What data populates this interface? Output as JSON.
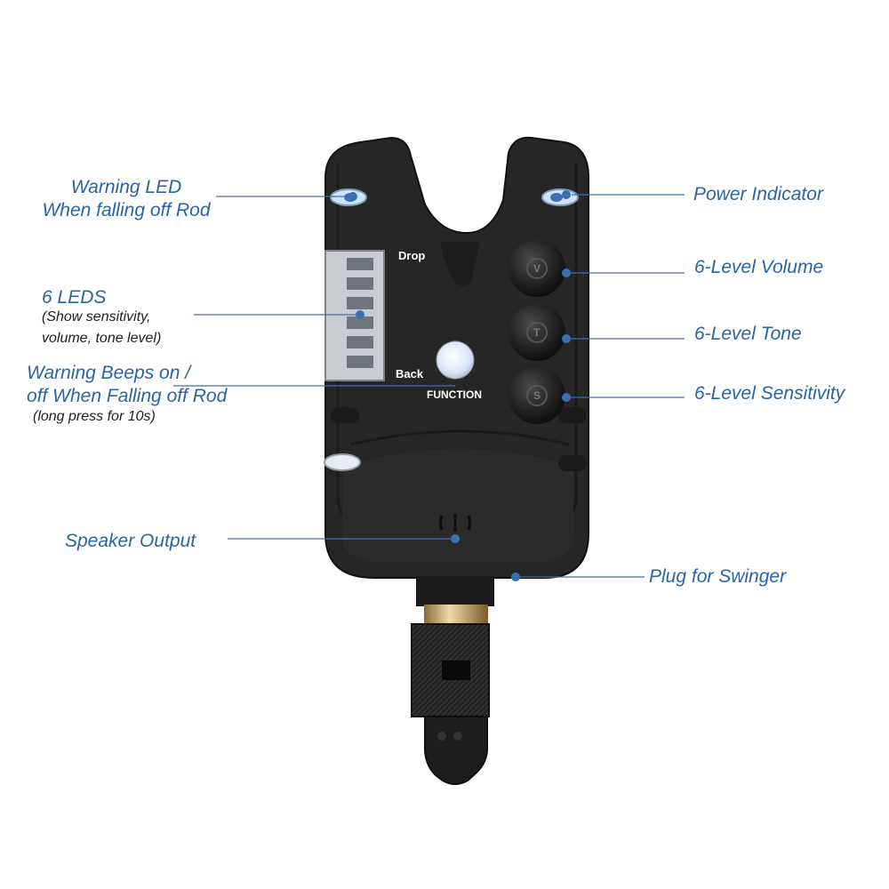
{
  "labels": {
    "warning_led": [
      "Warning LED",
      "When falling off Rod"
    ],
    "power_indicator": "Power Indicator",
    "leds_title": "6 LEDS",
    "leds_desc": [
      "(Show sensitivity,",
      "volume, tone level)"
    ],
    "volume": "6-Level Volume",
    "tone": "6-Level Tone",
    "warning_beeps": [
      "Warning Beeps on /",
      "off When Falling off Rod"
    ],
    "warning_beeps_note": "(long press for 10s)",
    "sensitivity": "6-Level Sensitivity",
    "speaker": "Speaker Output",
    "plug": "Plug for Swinger"
  },
  "device": {
    "drop_label": "Drop",
    "back_label": "Back",
    "function_label": "FUNCTION",
    "volume_key": "V",
    "tone_key": "T",
    "sensitivity_key": "S"
  },
  "colors": {
    "label_blue": "#2a63a8",
    "leader_line": "#3a6fb0",
    "body_dark": "#262626",
    "led_blue": "#cfe3ff"
  }
}
